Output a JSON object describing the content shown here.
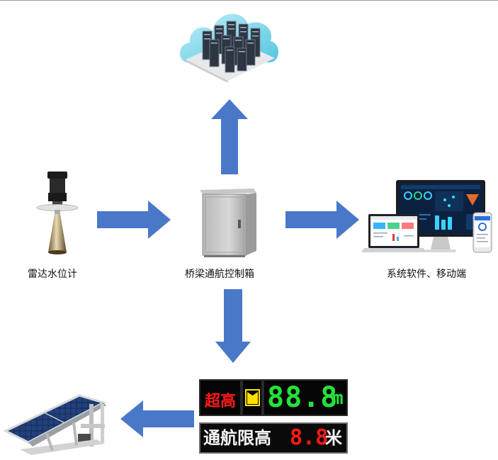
{
  "labels": {
    "radar_gauge": "雷达水位计",
    "control_box": "桥梁通航控制箱",
    "system_software": "系统软件、移动端"
  },
  "sign": {
    "warning_text": "超高",
    "height_value": "88.8",
    "height_unit": "m",
    "limit_text": "通航限高",
    "limit_value": "8.8",
    "limit_unit": "米"
  },
  "colors": {
    "arrow": "#4a78c9",
    "sign_red": "#ff1a1a",
    "sign_green": "#22e33a",
    "sign_yellow": "#ffe000",
    "sign_white": "#f4f4f4"
  }
}
